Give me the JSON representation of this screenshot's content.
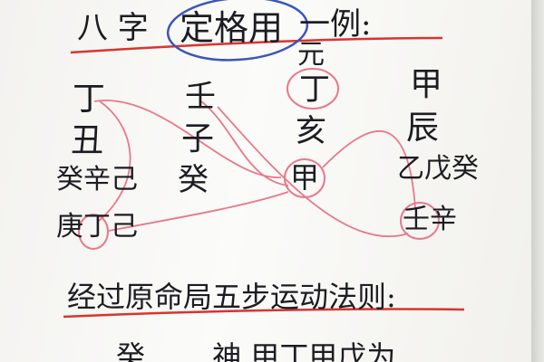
{
  "title": {
    "part1": "八 字",
    "circled": "定格用",
    "part2": "一例:"
  },
  "pillars": [
    {
      "top": "丁",
      "bottom": "丑",
      "hidden_1": "癸辛己",
      "hidden_2": "庚丁己"
    },
    {
      "top": "壬",
      "bottom": "子",
      "hidden_1": "癸"
    },
    {
      "above": "元",
      "top": "丁",
      "bottom": "亥",
      "hidden_1": "甲",
      "hidden_2": ""
    },
    {
      "top": "甲",
      "bottom": "辰",
      "hidden_1": "乙戊癸",
      "hidden_2": "壬辛"
    }
  ],
  "subtitle": "经过原命局五步运动法则:",
  "bottom_partial": "癸… …神 甲丁甲戊为",
  "colors": {
    "ink": "#1c1c22",
    "red": "#d9342f",
    "pink": "#e8788c",
    "blue": "#3b55b8"
  }
}
